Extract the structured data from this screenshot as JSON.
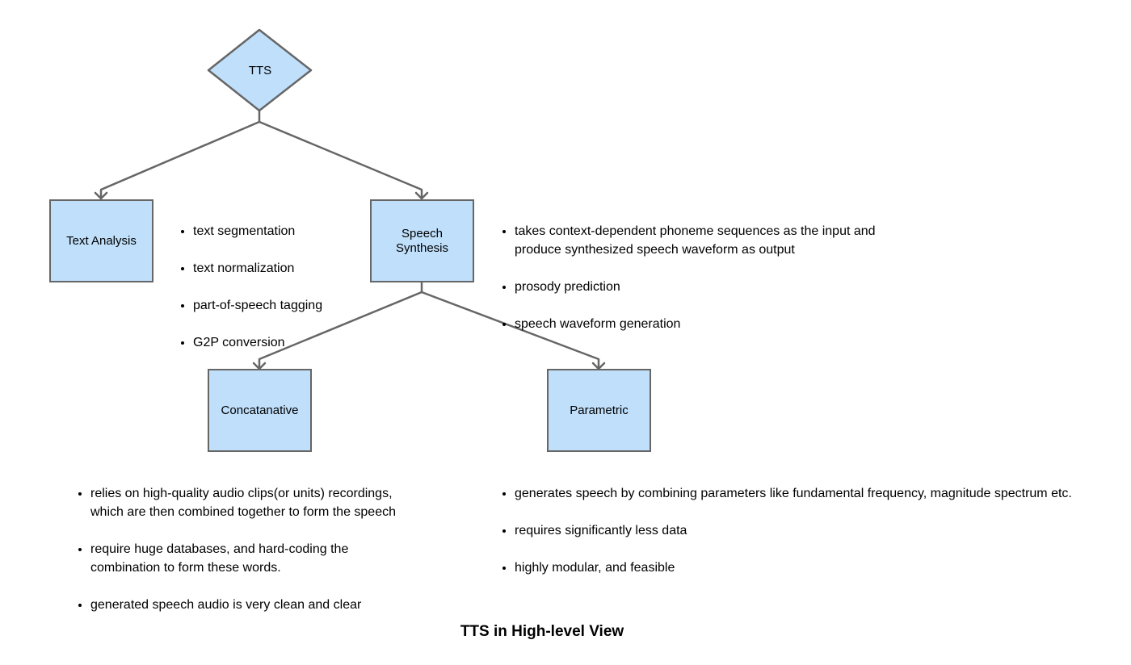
{
  "colors": {
    "node_fill": "#bfdffb",
    "stroke": "#666666"
  },
  "nodes": {
    "tts": "TTS",
    "text_analysis": "Text Analysis",
    "speech_synthesis": "Speech\nSynthesis",
    "concatanative": "Concatanative",
    "parametric": "Parametric"
  },
  "notes": {
    "text_analysis": [
      "text segmentation",
      "text normalization",
      "part-of-speech tagging",
      "G2P conversion"
    ],
    "speech_synthesis": [
      "takes context-dependent phoneme sequences as the input and\nproduce synthesized speech waveform as output",
      "prosody prediction",
      "speech waveform generation"
    ],
    "concatanative": [
      "relies on high-quality audio clips(or units) recordings,\nwhich are then combined together to form the speech",
      "require huge databases, and hard-coding the\ncombination to form these words.",
      "generated speech audio is very clean and clear"
    ],
    "parametric": [
      "generates speech by combining parameters like fundamental frequency, magnitude spectrum etc.",
      "requires significantly less data",
      "highly modular, and feasible"
    ]
  },
  "caption": "TTS in High-level View"
}
